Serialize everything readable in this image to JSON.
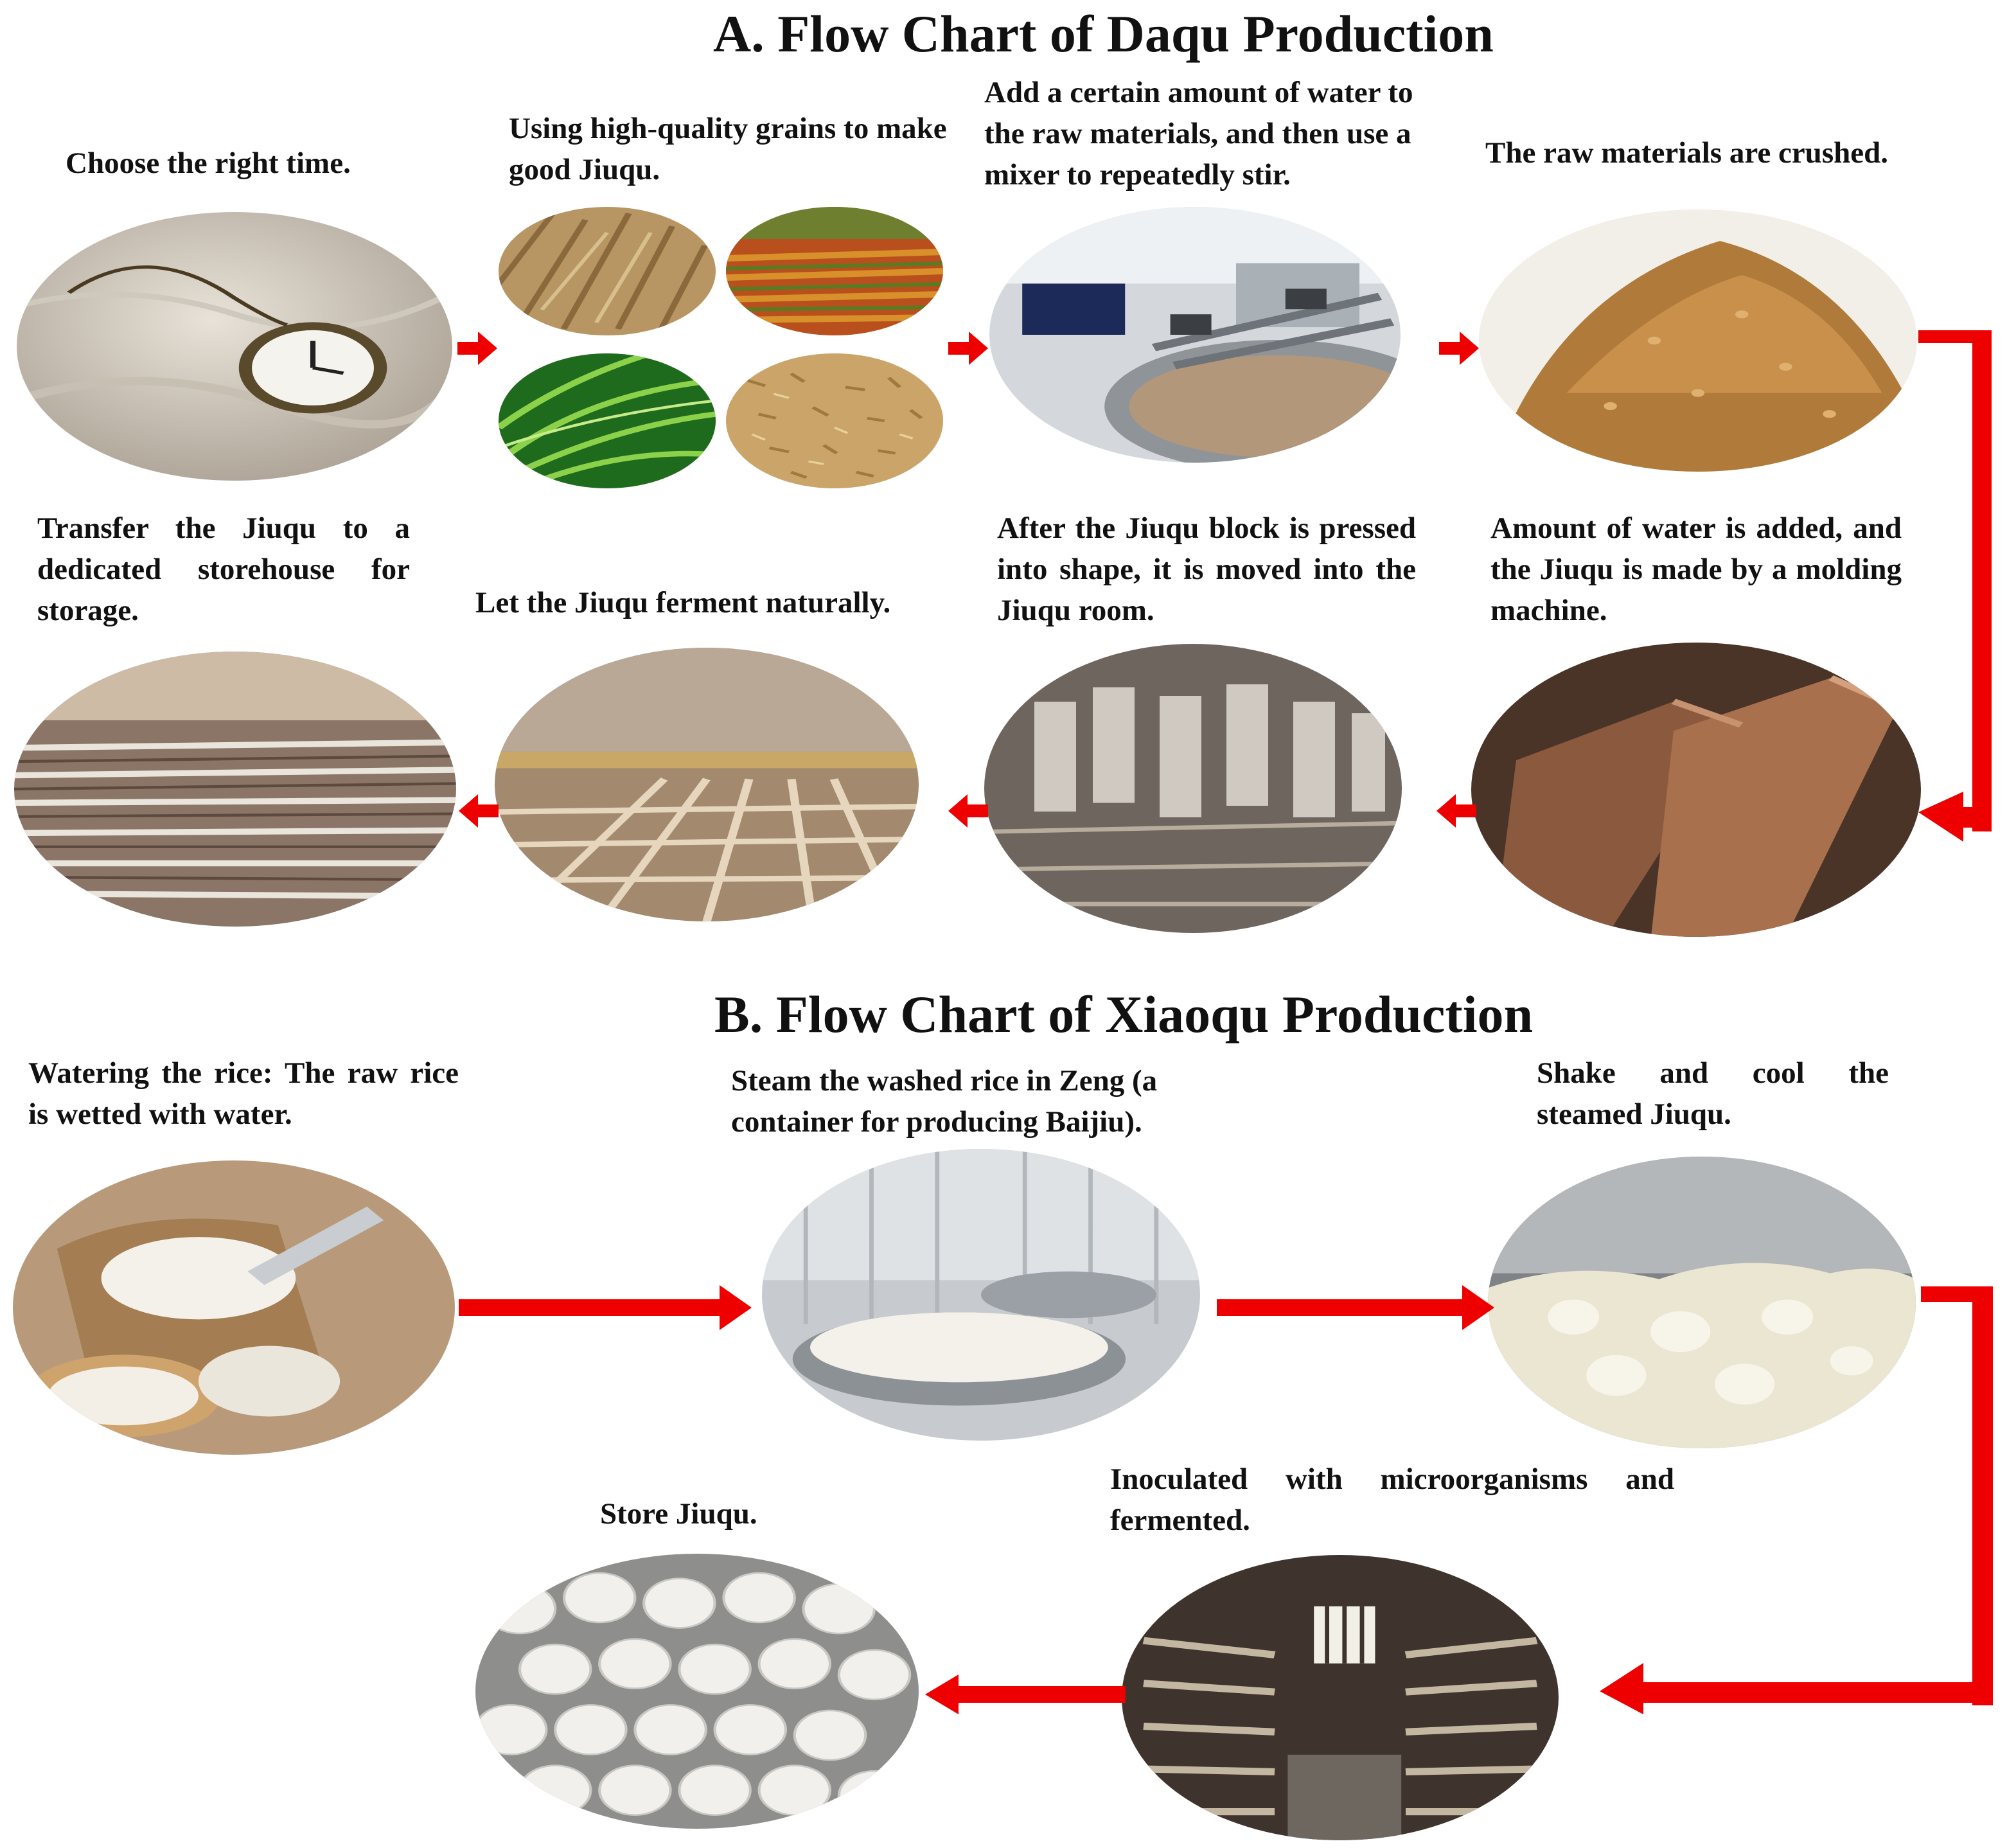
{
  "daqu": {
    "title": "A. Flow Chart of Daqu Production",
    "steps": [
      {
        "label": "Choose the right time.",
        "image": "pocket-watch-in-sand"
      },
      {
        "label": "Using high-quality grains to make good Jiuqu.",
        "image": "grain-crops-collage"
      },
      {
        "label": "Add a certain amount of water to the raw materials, and then use a mixer to repeatedly stir.",
        "image": "industrial-mixers"
      },
      {
        "label": "The raw materials are crushed.",
        "image": "crushed-grain-pile"
      },
      {
        "label": "Amount of water is added, and the Jiuqu is made by a molding machine.",
        "image": "molded-jiuqu-blocks"
      },
      {
        "label": "After the Jiuqu block is pressed into shape, it is moved into the Jiuqu room.",
        "image": "stacked-jiuqu-blocks"
      },
      {
        "label": "Let the Jiuqu ferment naturally.",
        "image": "fermentation-room-straw"
      },
      {
        "label": "Transfer the Jiuqu to a dedicated storehouse for storage.",
        "image": "storehouse-blocks"
      }
    ]
  },
  "xiaoqu": {
    "title": "B. Flow Chart of Xiaoqu Production",
    "steps": [
      {
        "label": "Watering the rice: The raw rice is wetted with water.",
        "image": "rice-in-sack"
      },
      {
        "label": "Steam the washed rice in Zeng (a container for producing Baijiu).",
        "image": "steaming-zeng"
      },
      {
        "label": "Shake and cool the steamed Jiuqu.",
        "image": "steamed-rice-cooling"
      },
      {
        "label": "Inoculated with microorganisms and fermented.",
        "image": "fermentation-shelves-room"
      },
      {
        "label": "Store Jiuqu.",
        "image": "white-jiuqu-balls"
      }
    ]
  },
  "colors": {
    "arrow": "#ee0000",
    "text": "#111111",
    "background": "#ffffff"
  }
}
